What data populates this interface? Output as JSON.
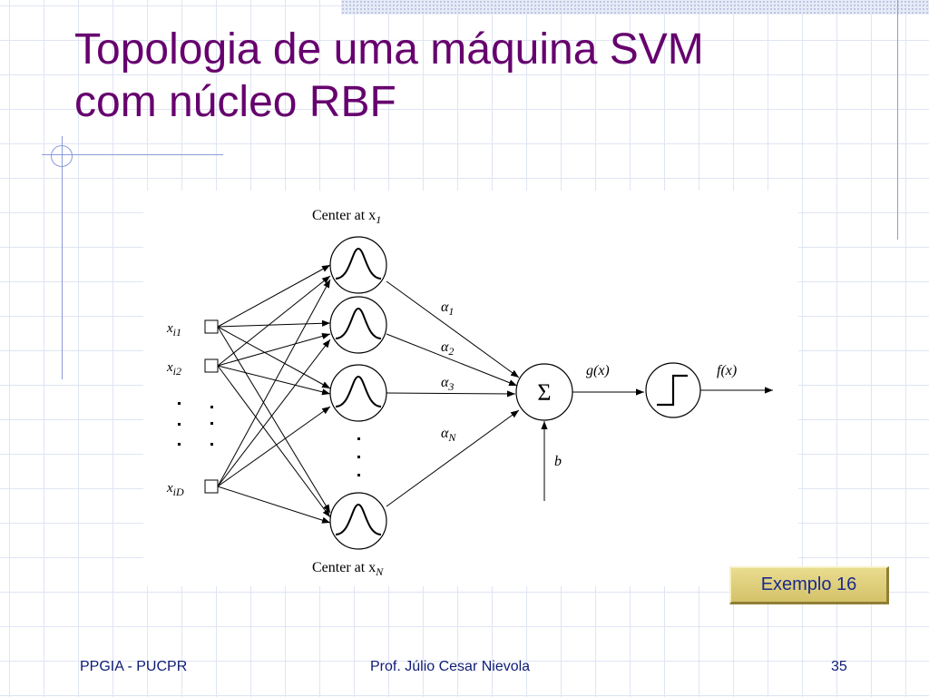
{
  "slide": {
    "title_lines": [
      "Topologia de uma máquina SVM",
      "com núcleo RBF"
    ],
    "example_button": "Exemplo 16",
    "footer": {
      "left": "PPGIA - PUCPR",
      "center": "Prof. Júlio Cesar Nievola",
      "page_number": "35"
    }
  },
  "diagram": {
    "center_labels": {
      "top_prefix": "Center at x",
      "top_sub": "1",
      "bottom_prefix": "Center at x",
      "bottom_sub": "N"
    },
    "inputs": [
      {
        "base": "x",
        "sub": "i1"
      },
      {
        "base": "x",
        "sub": "i2"
      },
      {
        "base": "x",
        "sub": "iD"
      }
    ],
    "weights": [
      {
        "base": "α",
        "sub": "1"
      },
      {
        "base": "α",
        "sub": "2"
      },
      {
        "base": "α",
        "sub": "3"
      },
      {
        "base": "α",
        "sub": "N"
      }
    ],
    "sum_symbol": "Σ",
    "bias": "b",
    "g_label": "g(x)",
    "f_label": "f(x)",
    "icons": {
      "hidden_unit": "gaussian-bump-icon",
      "summation": "sigma-icon",
      "threshold": "step-function-icon"
    }
  }
}
